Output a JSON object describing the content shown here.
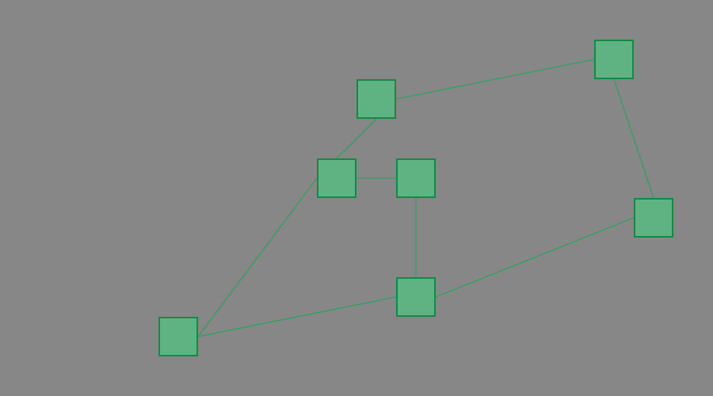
{
  "colors": {
    "background": "#878787",
    "node_fill": "#5fb383",
    "node_border": "#138a47",
    "edge": "#2fa060"
  },
  "nodes": [
    "n1",
    "n2",
    "n3",
    "n4",
    "n5",
    "n6",
    "n7"
  ],
  "edges": [
    [
      "n1",
      "n2"
    ],
    [
      "n1",
      "n3"
    ],
    [
      "n3",
      "n4"
    ],
    [
      "n4",
      "n6"
    ],
    [
      "n2",
      "n5"
    ],
    [
      "n5",
      "n6"
    ],
    [
      "n3",
      "n7"
    ],
    [
      "n7",
      "n6"
    ]
  ]
}
